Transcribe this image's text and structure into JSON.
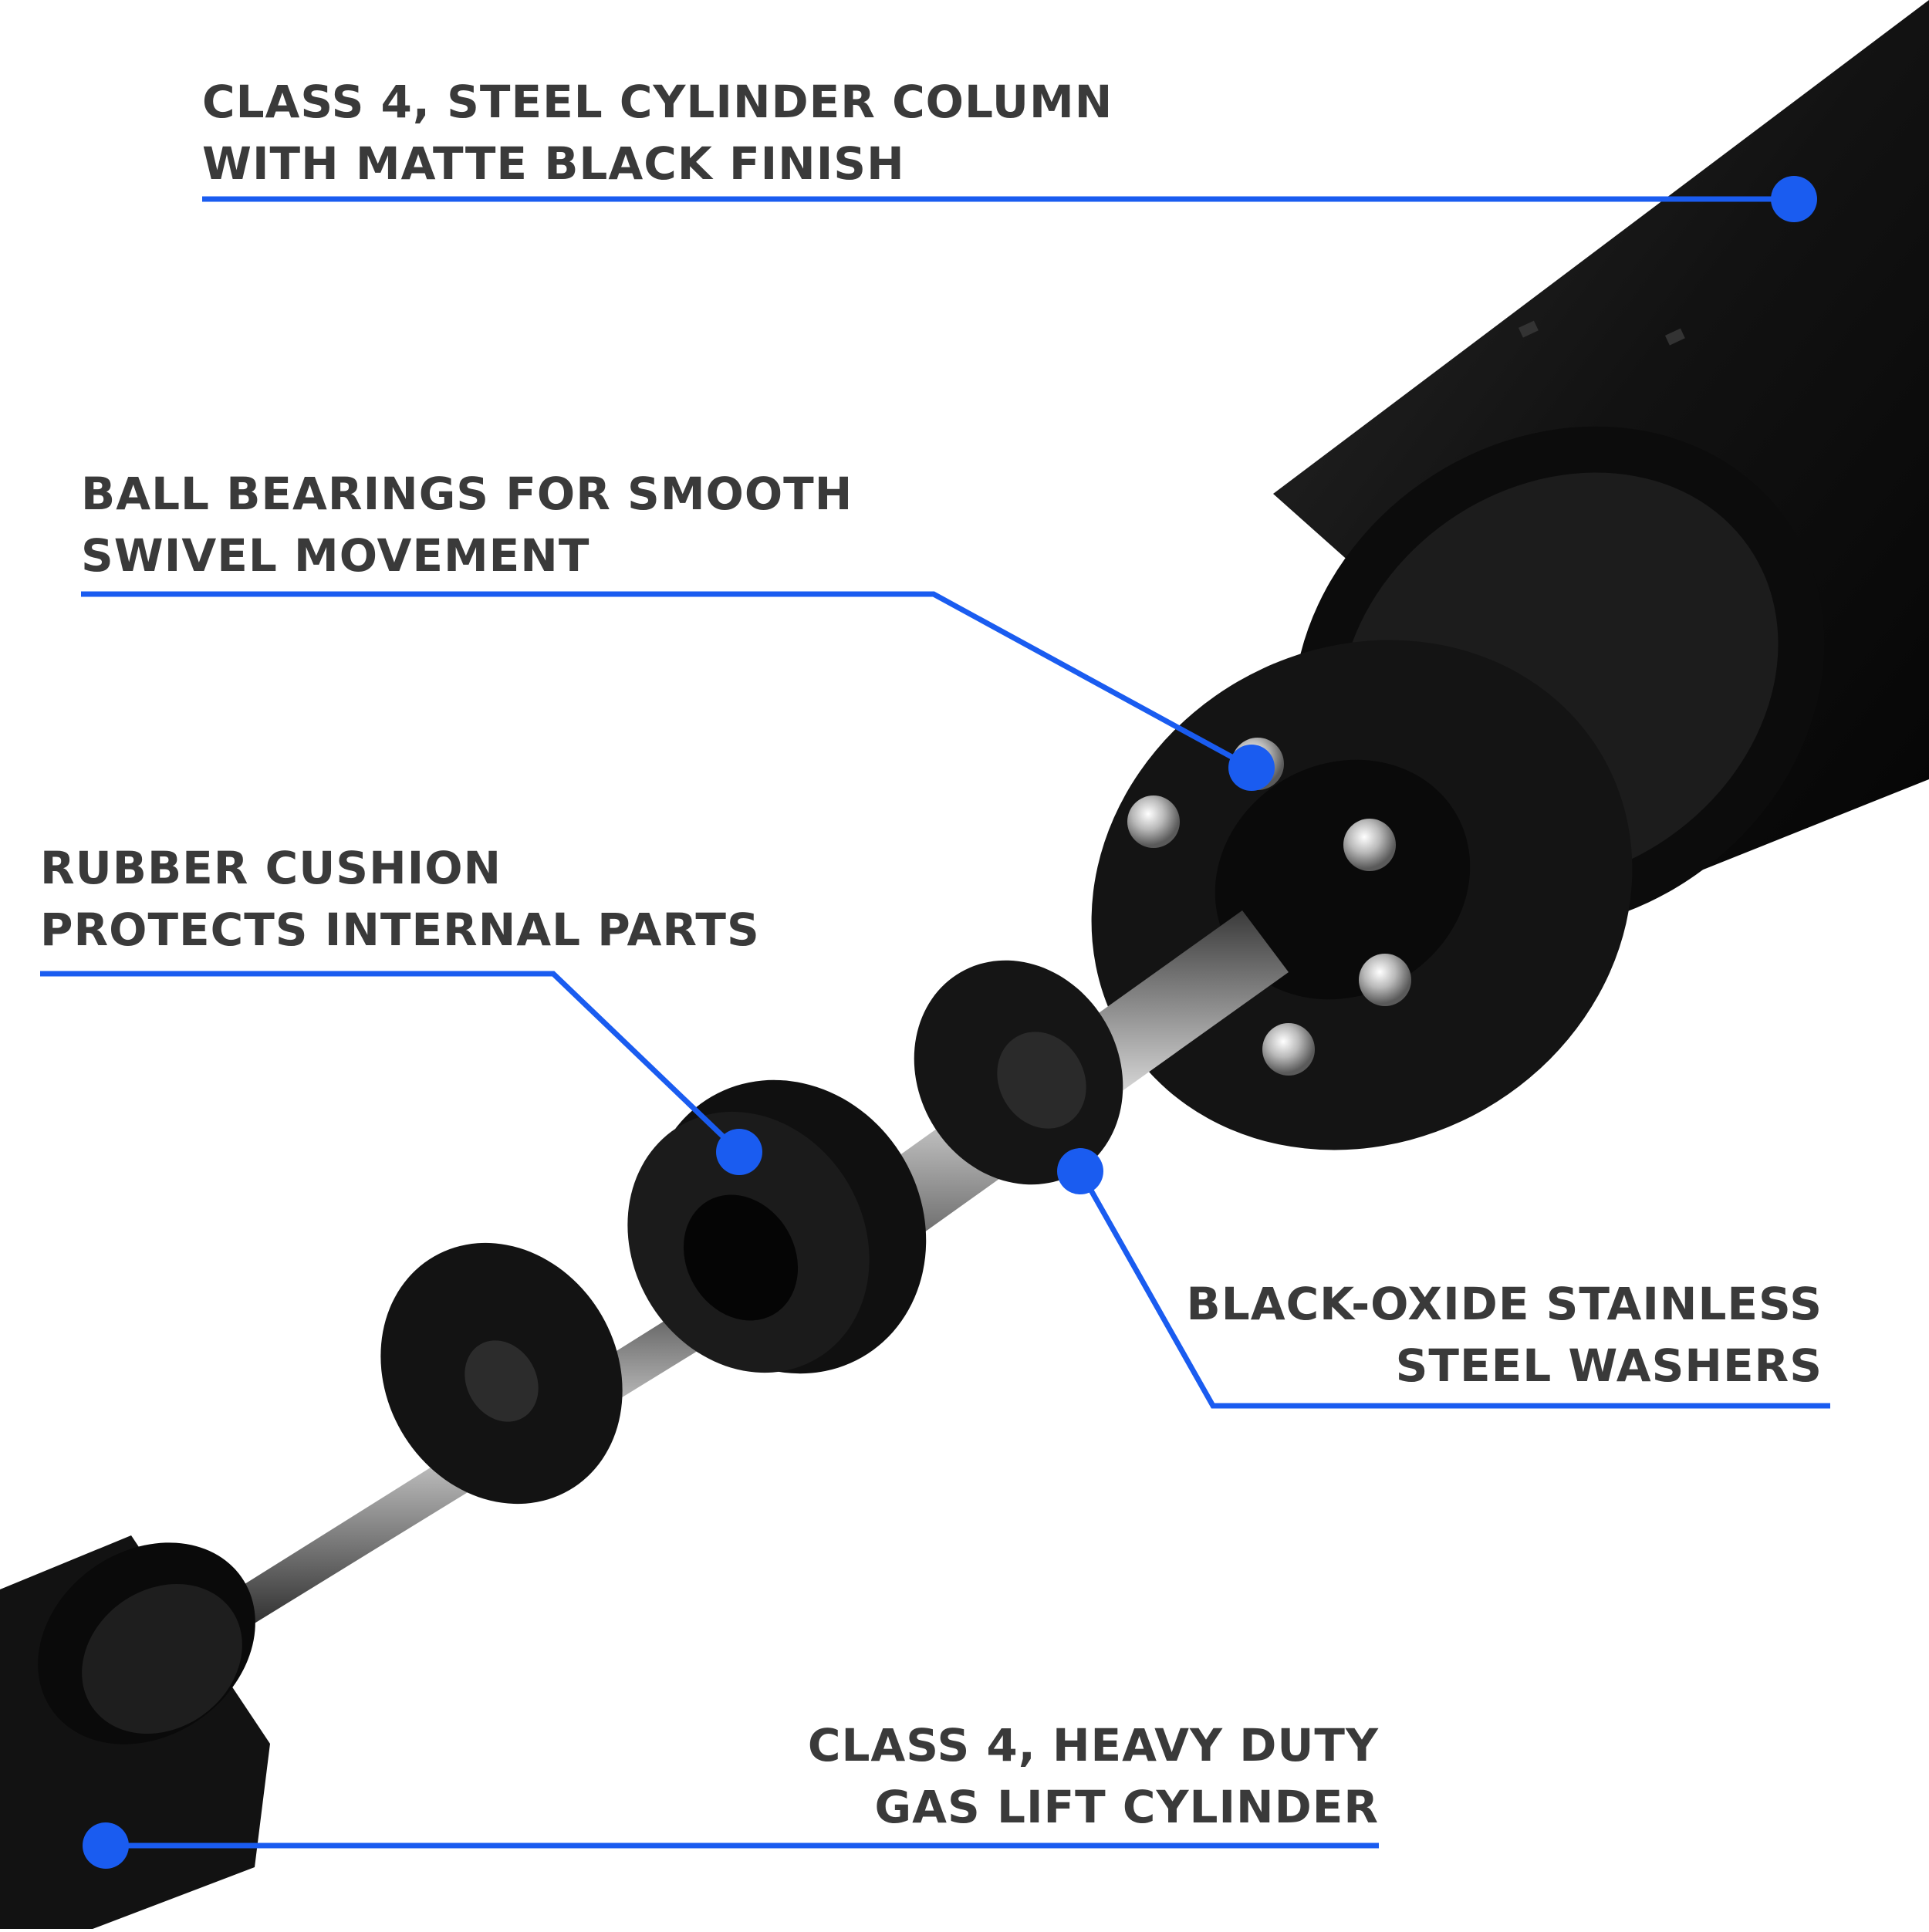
{
  "callouts": [
    {
      "id": "steel-column",
      "lines": [
        "CLASS 4, STEEL CYLINDER COLUMN",
        "WITH MATTE BLACK FINISH"
      ]
    },
    {
      "id": "ball-bearings",
      "lines": [
        "BALL BEARINGS FOR SMOOTH",
        "SWIVEL MOVEMENT"
      ]
    },
    {
      "id": "rubber-cushion",
      "lines": [
        "RUBBER CUSHION",
        "PROTECTS INTERNAL PARTS"
      ]
    },
    {
      "id": "washers",
      "lines": [
        "BLACK-OXIDE STAINLESS",
        "STEEL WASHERS"
      ]
    },
    {
      "id": "gas-lift",
      "lines": [
        "CLASS 4, HEAVY DUTY",
        "GAS LIFT CYLINDER"
      ]
    }
  ],
  "colors": {
    "accent": "#1a5cf0",
    "text": "#3a3a3a",
    "part": "#161616",
    "rod": "#8a8a8a"
  }
}
